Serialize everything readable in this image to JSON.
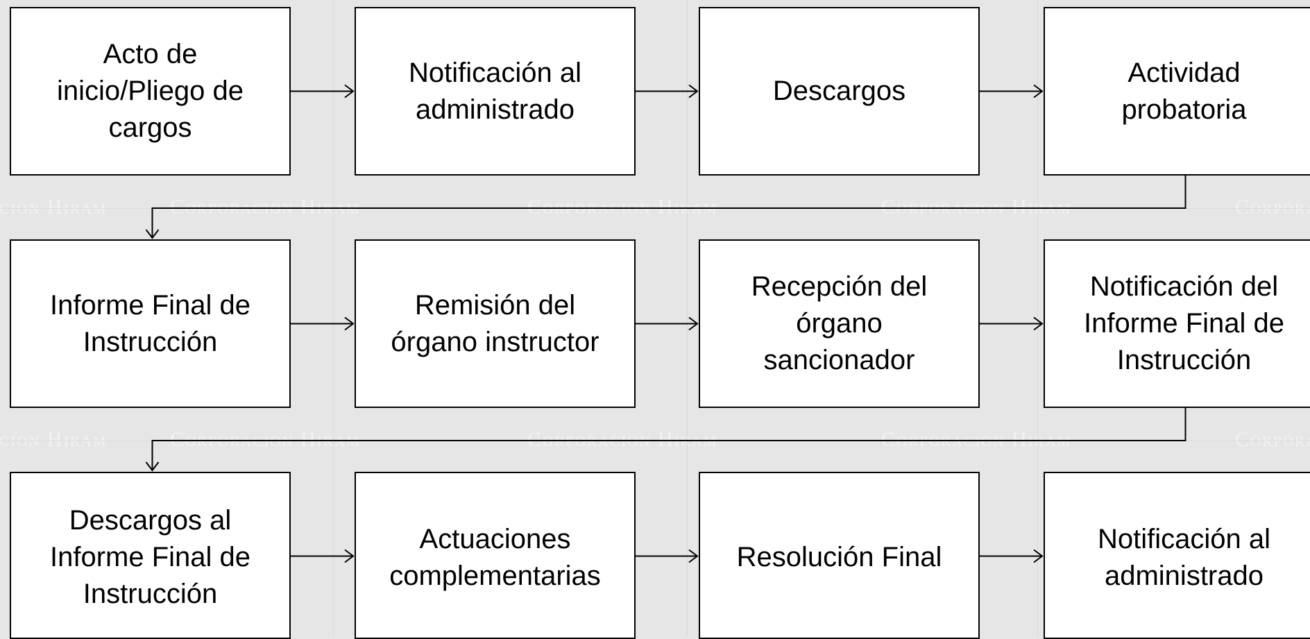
{
  "background_color": "#e6e6e6",
  "box_color": "#ffffff",
  "line_color": "#000000",
  "watermark": {
    "text": "Corporacion Hiram"
  },
  "steps": [
    {
      "label": "Acto de\ninicio/Pliego de\ncargos"
    },
    {
      "label": "Notificación al\nadministrado"
    },
    {
      "label": "Descargos"
    },
    {
      "label": "Actividad\nprobatoria"
    },
    {
      "label": "Informe Final de\nInstrucción"
    },
    {
      "label": "Remisión del\nórgano instructor"
    },
    {
      "label": "Recepción del\nórgano\nsancionador"
    },
    {
      "label": "Notificación del\nInforme Final de\nInstrucción"
    },
    {
      "label": "Descargos al\nInforme Final de\nInstrucción"
    },
    {
      "label": "Actuaciones\ncomplementarias"
    },
    {
      "label": "Resolución Final"
    },
    {
      "label": "Notificación al\nadministrado"
    }
  ]
}
